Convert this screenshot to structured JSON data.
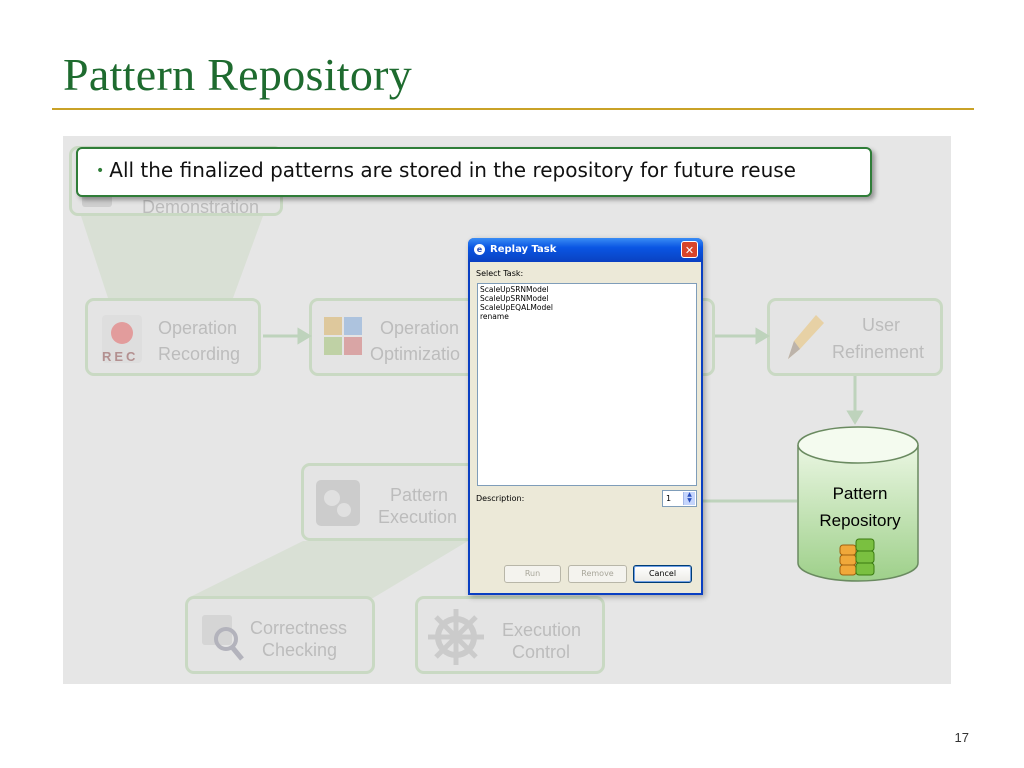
{
  "slide": {
    "title": "Pattern Repository",
    "bullet": "All the finalized patterns are stored in the repository for future reuse",
    "page_number": "17"
  },
  "diagram": {
    "nodes": {
      "demonstration": "Demonstration",
      "operation_recording": [
        "Operation",
        "Recording"
      ],
      "rec_badge": "REC",
      "operation_optimization": [
        "Operation",
        "Optimizatio"
      ],
      "user_refinement": [
        "User",
        "Refinement"
      ],
      "pattern_execution": [
        "Pattern",
        "Execution"
      ],
      "correctness_checking": [
        "Correctness",
        "Checking"
      ],
      "execution_control": [
        "Execution",
        "Control"
      ],
      "pattern_repository": [
        "Pattern",
        "Repository"
      ]
    },
    "colors": {
      "node_border": "#b2cfa7",
      "accent_green": "#2f7d38",
      "title_green": "#1e6b2f",
      "rule_gold": "#c9a227"
    }
  },
  "dialog": {
    "title": "Replay Task",
    "select_task_label": "Select Task:",
    "tasks": [
      "ScaleUpSRNModel",
      "ScaleUpSRNModel",
      "ScaleUpEQALModel",
      "rename"
    ],
    "description_label": "Description:",
    "description_value": "1",
    "buttons": {
      "run": "Run",
      "remove": "Remove",
      "cancel": "Cancel"
    }
  }
}
